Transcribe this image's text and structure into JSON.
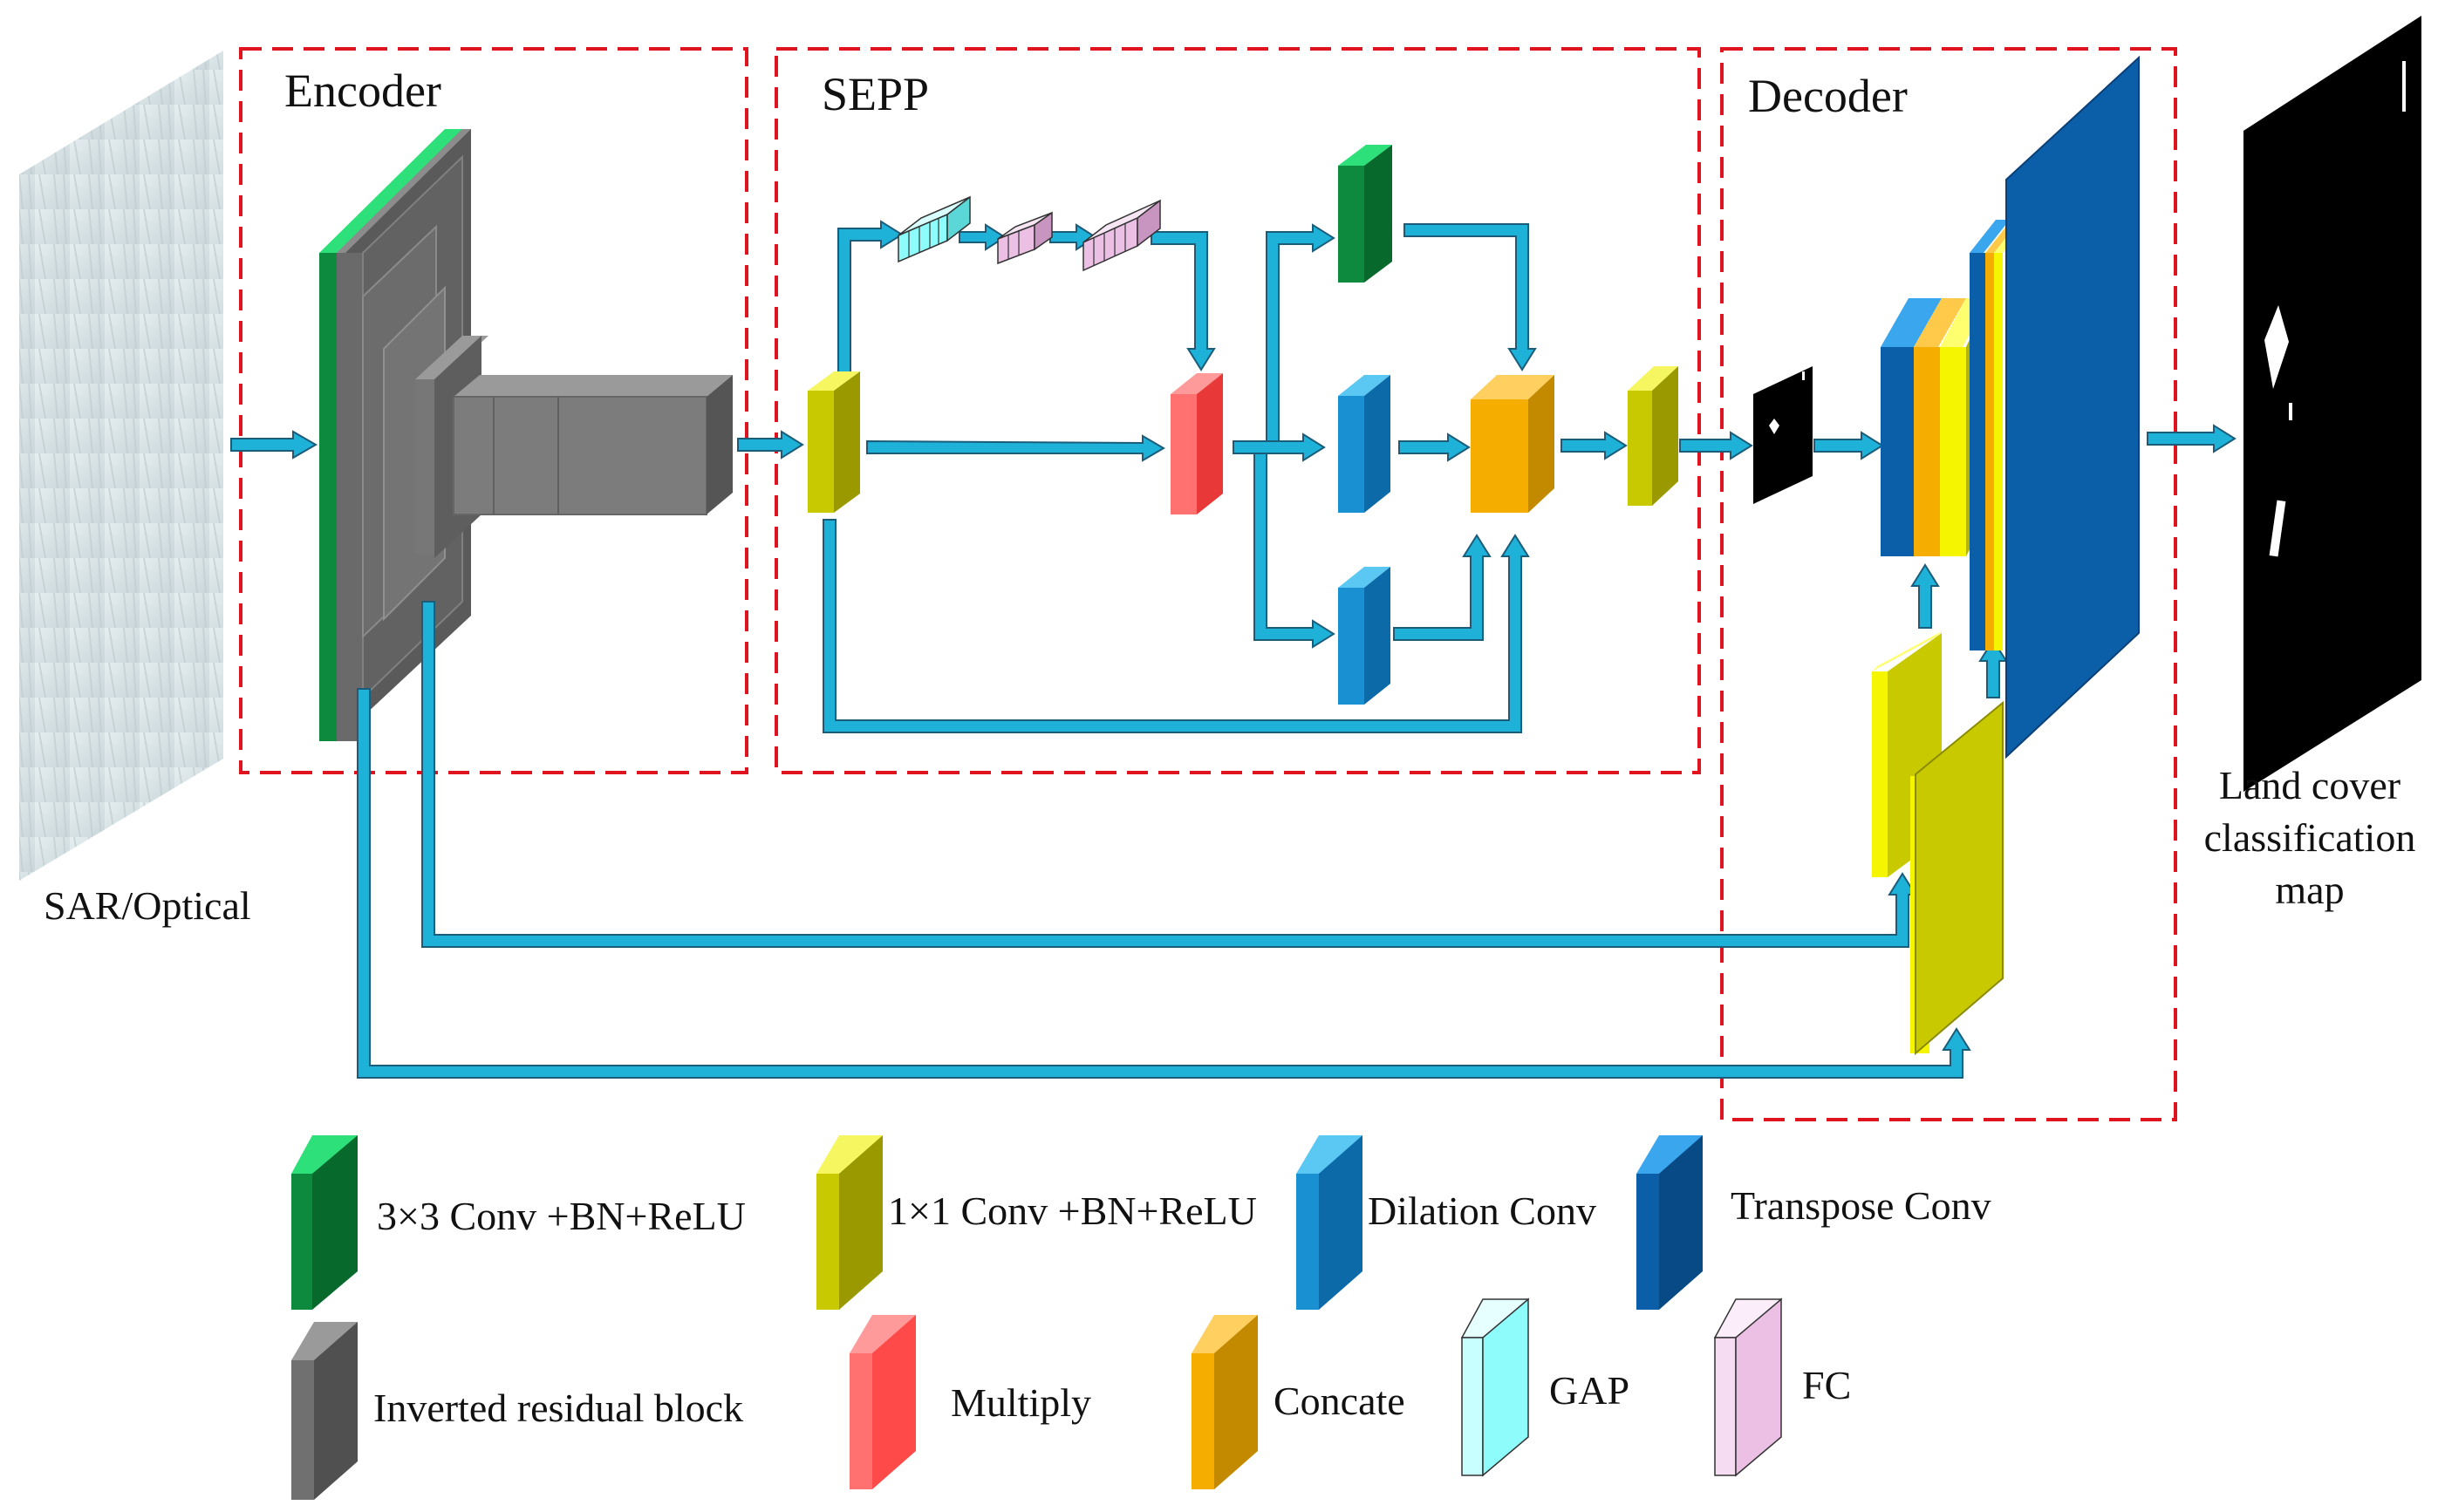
{
  "sections": {
    "encoder": "Encoder",
    "sepp": "SEPP",
    "decoder": "Decoder"
  },
  "input_label": "SAR/Optical",
  "output_label": [
    "Land cover",
    "classification",
    "map"
  ],
  "legend": [
    {
      "key": "conv3",
      "label": "3×3 Conv +BN+ReLU",
      "color": "#0d8a3e"
    },
    {
      "key": "conv1",
      "label": "1×1 Conv +BN+ReLU",
      "color": "#c9c900"
    },
    {
      "key": "dilation",
      "label": "Dilation Conv",
      "color": "#1990d2"
    },
    {
      "key": "transpose",
      "label": "Transpose Conv",
      "color": "#0a5fa8"
    },
    {
      "key": "irb",
      "label": "Inverted residual block",
      "color": "#707070"
    },
    {
      "key": "multiply",
      "label": "Multiply",
      "color": "#ff4a4a"
    },
    {
      "key": "concate",
      "label": "Concate",
      "color": "#e8a400"
    },
    {
      "key": "gap",
      "label": "GAP",
      "color": "#8ffcfc"
    },
    {
      "key": "fc",
      "label": "FC",
      "color": "#ecc0e4"
    }
  ],
  "colors": {
    "arrow": "#1fb2d9",
    "arrow_edge": "#1a5c7a",
    "section_border": "#e0141e"
  }
}
